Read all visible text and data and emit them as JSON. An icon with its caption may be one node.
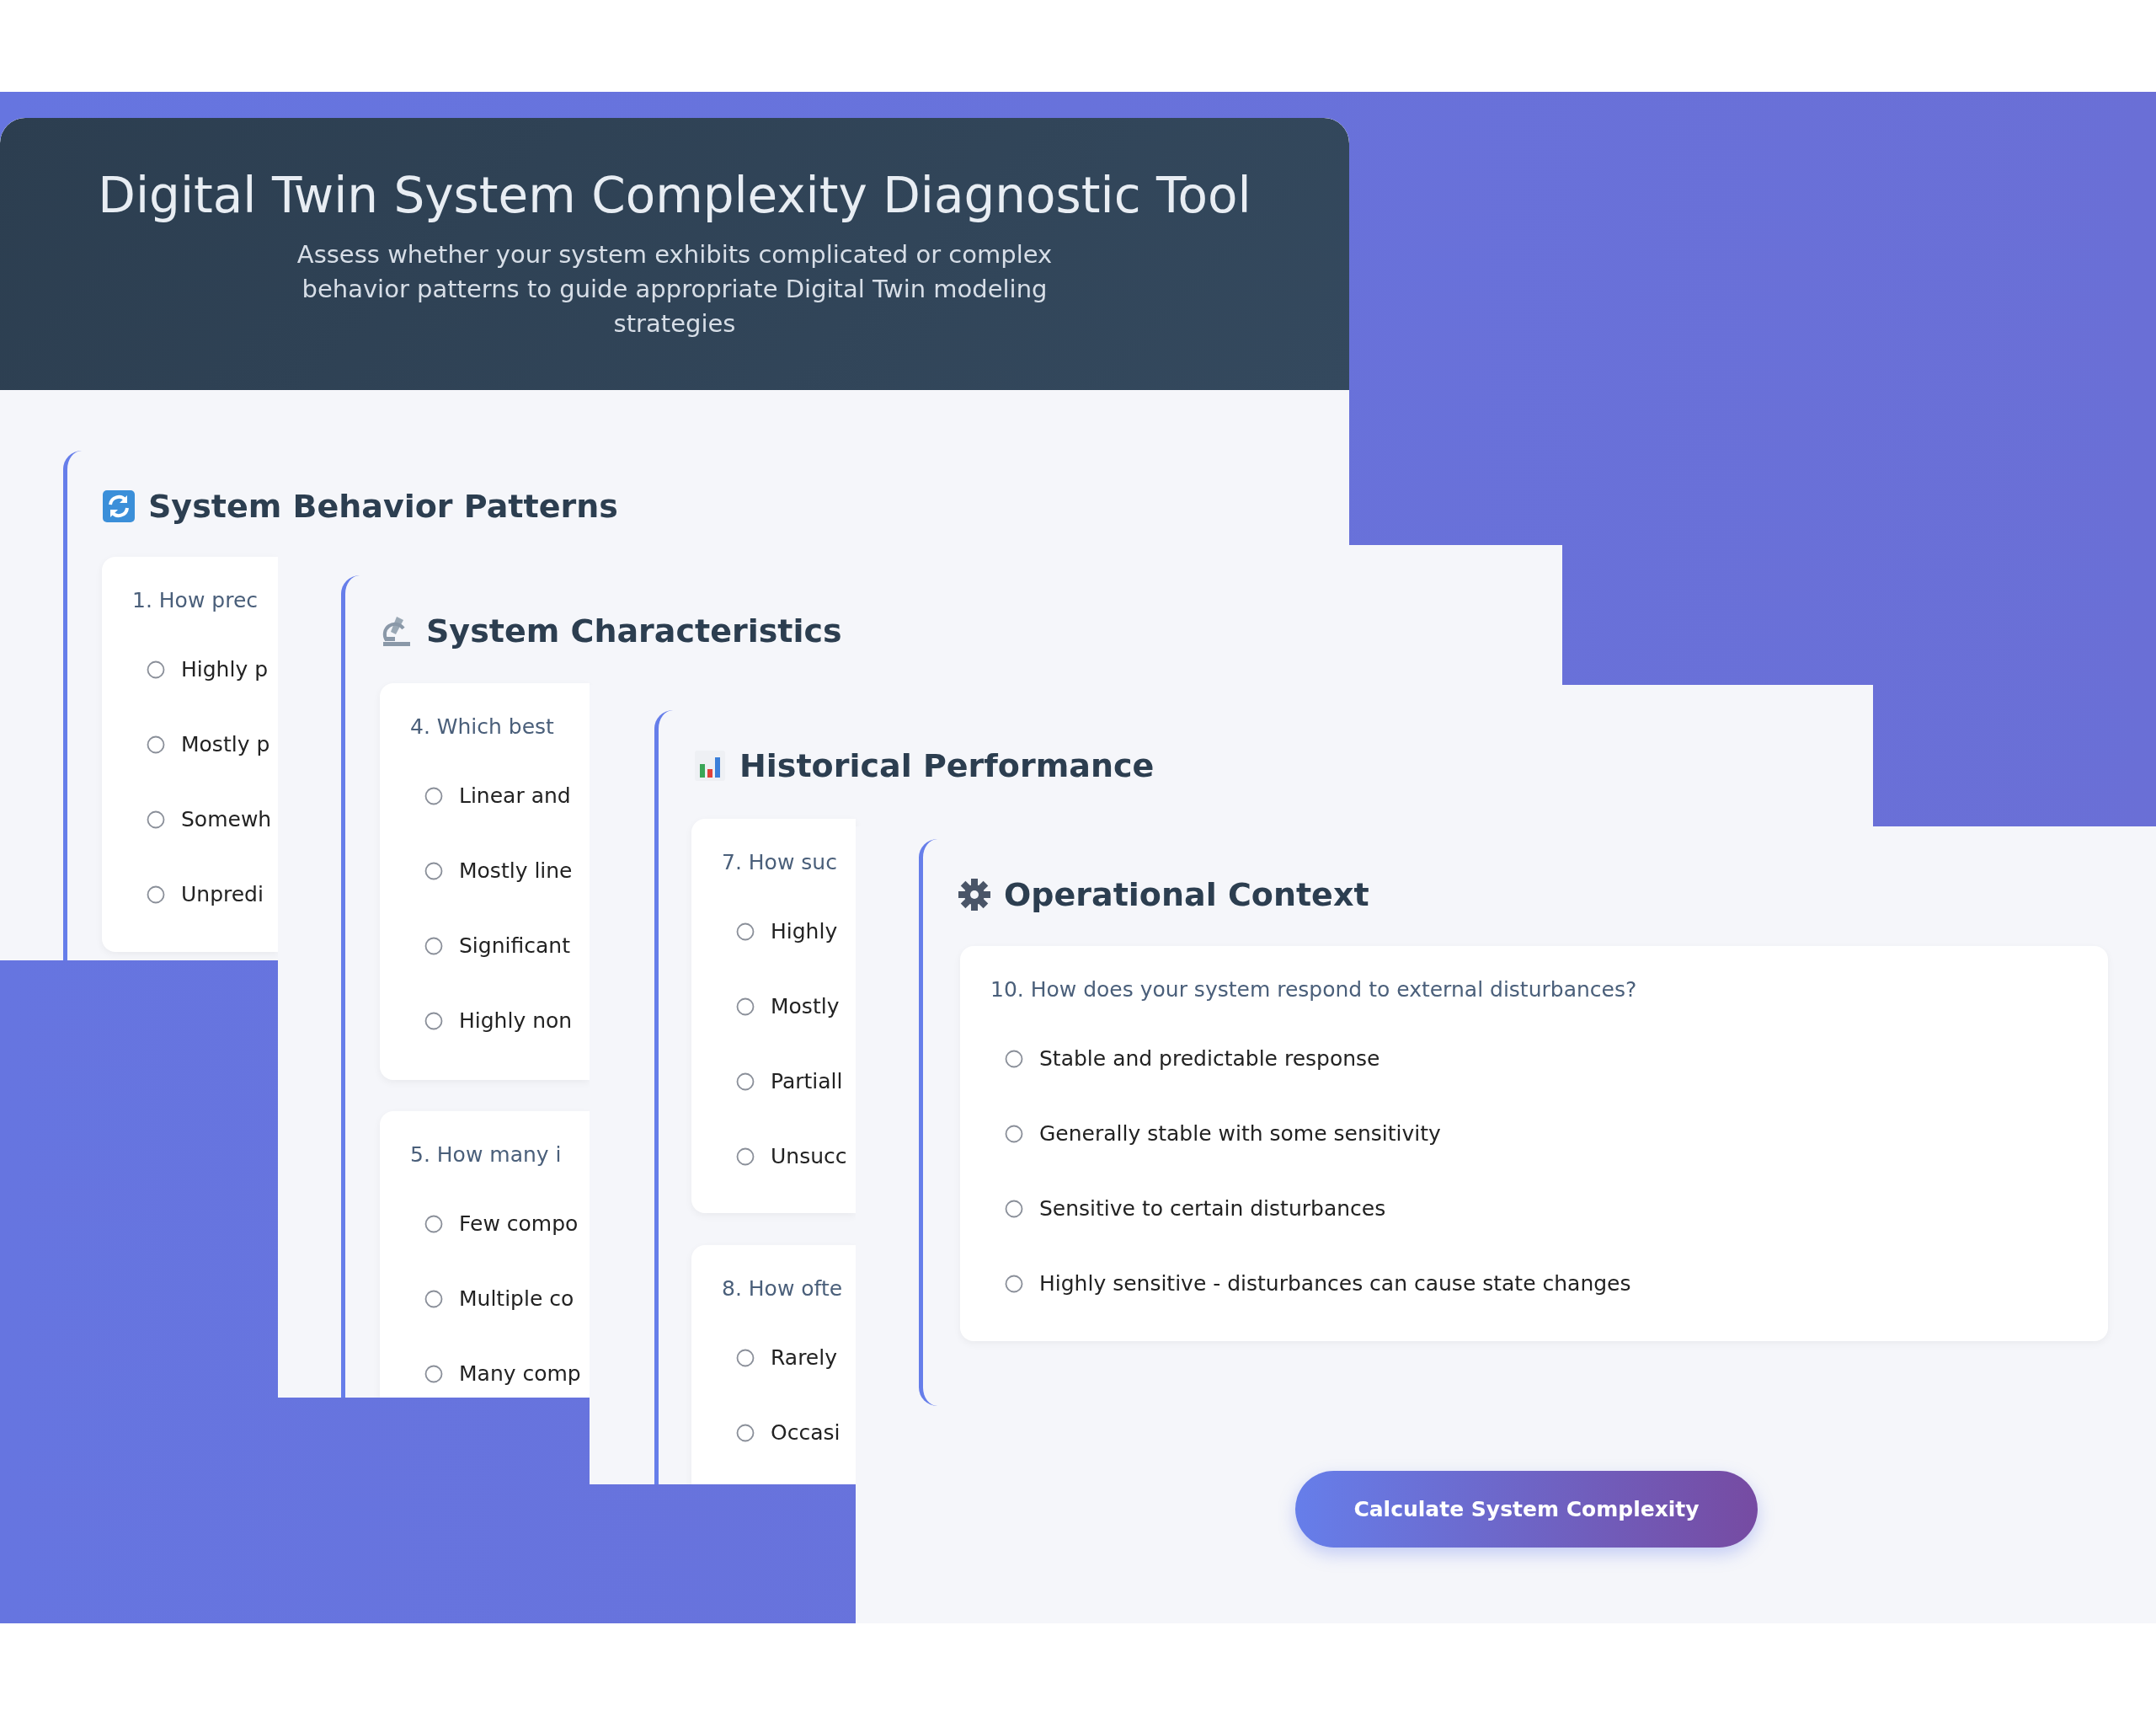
{
  "diagram": {
    "nodes": [
      {
        "text": [
          "Digital Twin System Complexity Diagnostic Tool",
          "Assess whether your system exhibits complicated or complex behavior patterns to guide appropriate Digital Twin modeling strategies"
        ]
      },
      {
        "text": [
          "System Behavior Patterns"
        ]
      },
      {
        "text": [
          "1. How prec",
          "Highly p",
          "Mostly p",
          "Somewh",
          "Unpredi"
        ]
      },
      {
        "text": [
          "System Characteristics"
        ]
      },
      {
        "text": [
          "4. Which best",
          "Linear and",
          "Mostly line",
          "Significant",
          "Highly non"
        ]
      },
      {
        "text": [
          "5. How many i",
          "Few compo",
          "Multiple co",
          "Many comp"
        ]
      },
      {
        "text": [
          "Historical Performance"
        ]
      },
      {
        "text": [
          "7. How suc",
          "Highly",
          "Mostly",
          "Partiall",
          "Unsucc"
        ]
      },
      {
        "text": [
          "8. How ofte",
          "Rarely",
          "Occasi"
        ]
      },
      {
        "text": [
          "Operational Context"
        ]
      },
      {
        "text": [
          "10. How does your system respond to external disturbances?",
          "Stable and predictable response",
          "Generally stable with some sensitivity",
          "Sensitive to certain disturbances",
          "Highly sensitive - disturbances can cause state changes"
        ],
        "in": 9
      },
      {
        "text": [
          "Calculate System Complexity"
        ]
      }
    ]
  }
}
